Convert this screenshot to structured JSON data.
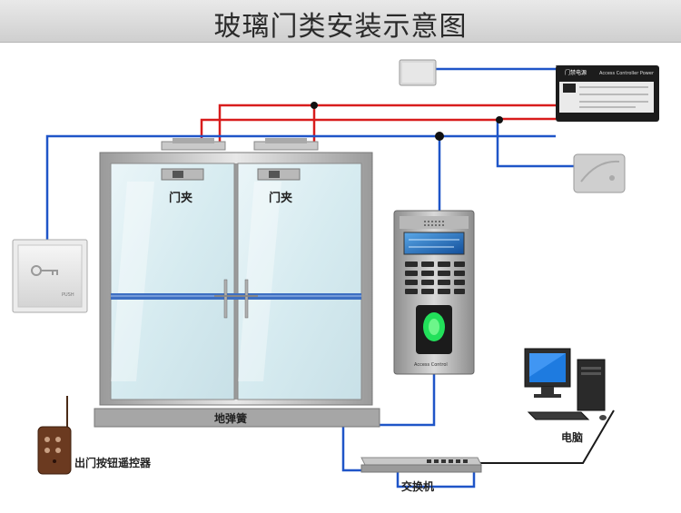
{
  "title": "玻璃门类安装示意图",
  "labels": {
    "door_clip_left": "门夹",
    "door_clip_right": "门夹",
    "floor_spring": "地弹簧",
    "remote_control": "出门按钮遥控器",
    "computer": "电脑",
    "switch": "交换机"
  },
  "device_text": {
    "exit_button_push": "PUSH",
    "power_supply_name": "门禁电源",
    "power_supply_en": "Access Controller Power",
    "terminal_brand": "Access Control"
  },
  "colors": {
    "wire_red": "#d81c1c",
    "wire_blue": "#1f55c8",
    "wire_black": "#1a1a1a",
    "fingerprint_green": "#22e05a"
  }
}
